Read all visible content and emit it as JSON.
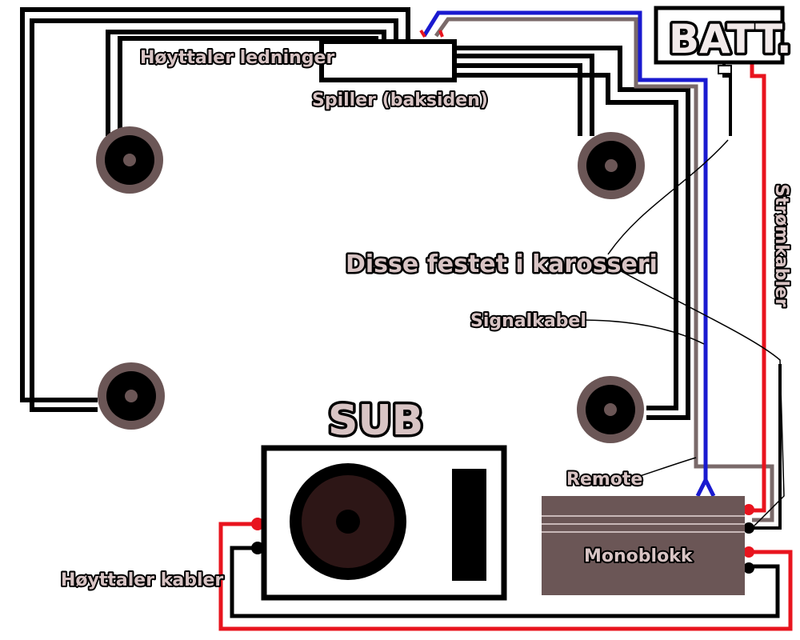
{
  "labels": {
    "speaker_wires": "Høyttaler ledninger",
    "player_back": "Spiller (baksiden)",
    "battery": "BATT.",
    "ground_note": "Disse festet i karosseri",
    "signal_cable": "Signalkabel",
    "power_cables": "Strømkabler",
    "sub": "SUB",
    "remote": "Remote",
    "mono_block": "Monoblokk",
    "speaker_cables": "Høyttaler kabler"
  },
  "colors": {
    "wire_black": "#000000",
    "wire_blue": "#1a1ad0",
    "wire_red": "#e8141e",
    "wire_gray": "#7a6a6a",
    "speaker_ring": "#6b5656",
    "amplifier_fill": "#6b5656",
    "sub_cone": "#2d1616",
    "label_fill": "#d8c4c4"
  }
}
